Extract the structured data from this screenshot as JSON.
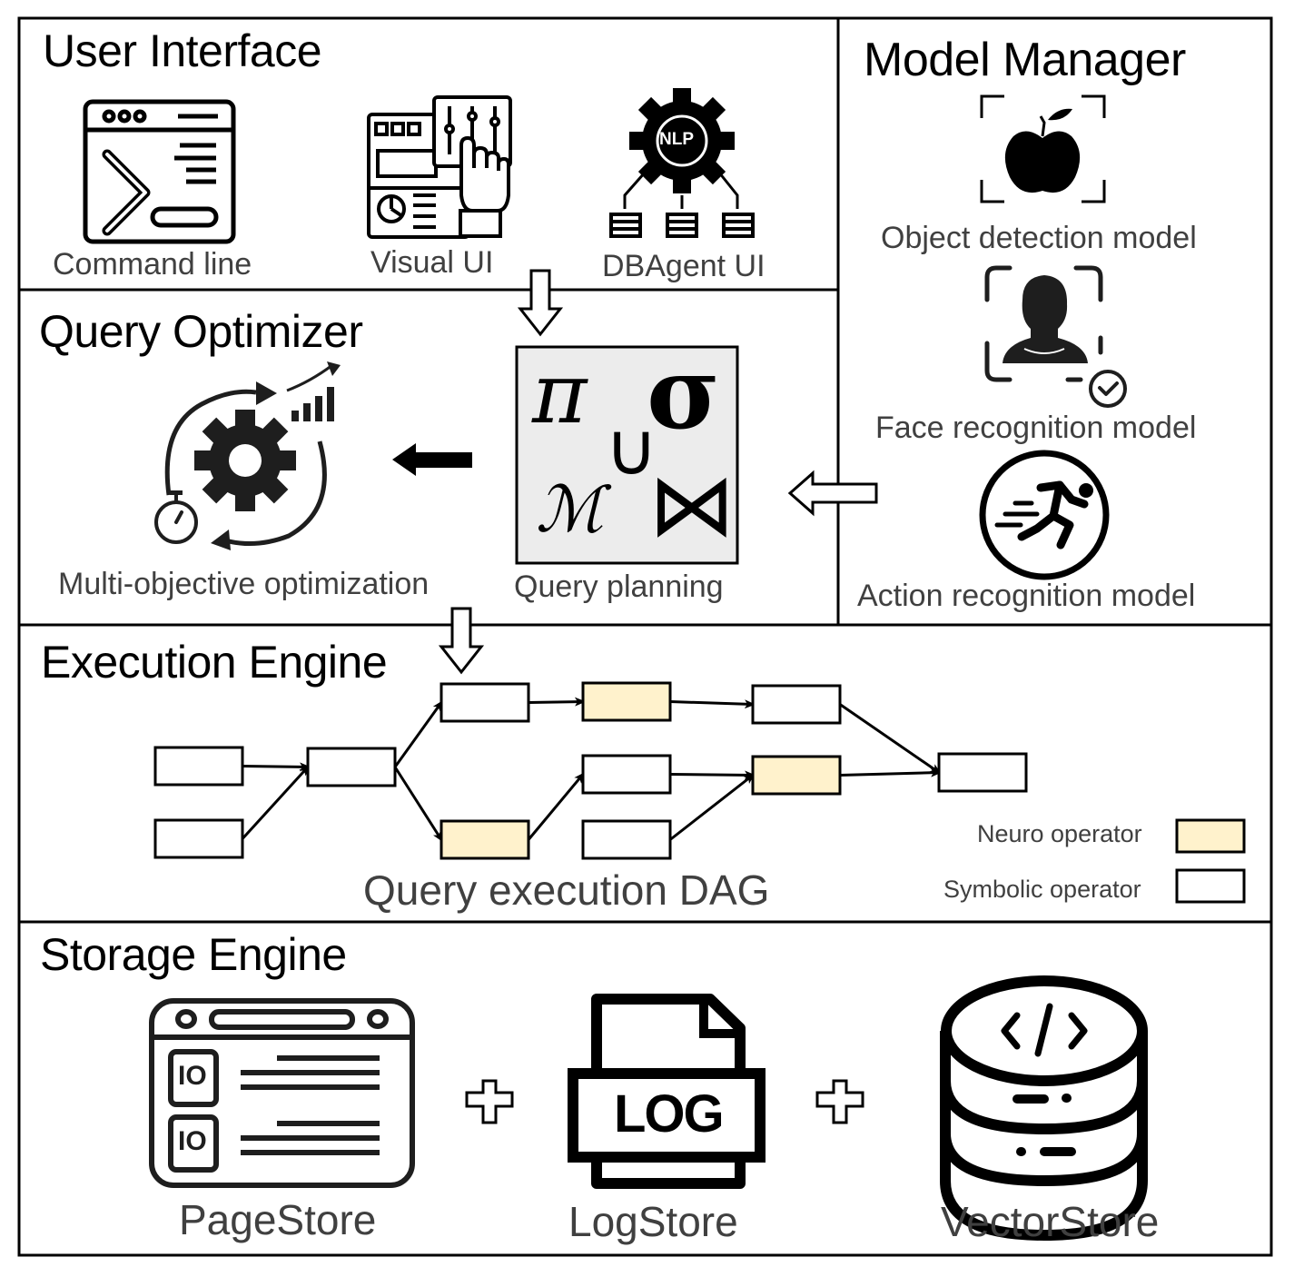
{
  "colors": {
    "border": "#000000",
    "neuro_fill": "#fff2cc",
    "symbolic_fill": "#ffffff",
    "planning_fill": "#ececec",
    "caption_text": "#404040"
  },
  "sections": {
    "user_interface": {
      "title": "User Interface",
      "items": [
        {
          "label": "Command line",
          "icon": "terminal-window-icon"
        },
        {
          "label": "Visual UI",
          "icon": "dashboard-touch-icon"
        },
        {
          "label": "DBAgent UI",
          "icon": "nlp-gear-database-icon"
        }
      ]
    },
    "model_manager": {
      "title": "Model Manager",
      "items": [
        {
          "label": "Object detection model",
          "icon": "apple-scan-icon"
        },
        {
          "label": "Face recognition model",
          "icon": "face-scan-check-icon"
        },
        {
          "label": "Action recognition model",
          "icon": "running-person-icon"
        }
      ]
    },
    "query_optimizer": {
      "title": "Query Optimizer",
      "items": [
        {
          "label": "Multi-objective optimization",
          "icon": "gear-cycle-chart-icon"
        },
        {
          "label": "Query planning",
          "icon": "relational-algebra-icon"
        }
      ],
      "planning_symbols": {
        "projection": "π",
        "selection": "σ",
        "union": "∪",
        "model": "ℳ",
        "join": "⋈"
      }
    },
    "execution_engine": {
      "title": "Execution Engine",
      "dag_caption": "Query execution DAG",
      "legend": [
        {
          "label": "Neuro operator",
          "type": "neuro"
        },
        {
          "label": "Symbolic operator",
          "type": "symbolic"
        }
      ],
      "dag": {
        "nodes": [
          {
            "id": "a1",
            "type": "symbolic",
            "col": 0,
            "row": "mid"
          },
          {
            "id": "a2",
            "type": "symbolic",
            "col": 0,
            "row": "bottom"
          },
          {
            "id": "b1",
            "type": "symbolic",
            "col": 1,
            "row": "mid"
          },
          {
            "id": "c1",
            "type": "symbolic",
            "col": 2,
            "row": "top"
          },
          {
            "id": "c2",
            "type": "neuro",
            "col": 2,
            "row": "bottom"
          },
          {
            "id": "d1",
            "type": "neuro",
            "col": 3,
            "row": "top"
          },
          {
            "id": "d2",
            "type": "symbolic",
            "col": 3,
            "row": "mid"
          },
          {
            "id": "d3",
            "type": "symbolic",
            "col": 3,
            "row": "bottom"
          },
          {
            "id": "e1",
            "type": "symbolic",
            "col": 4,
            "row": "top"
          },
          {
            "id": "e2",
            "type": "neuro",
            "col": 4,
            "row": "mid"
          },
          {
            "id": "f1",
            "type": "symbolic",
            "col": 5,
            "row": "mid"
          }
        ],
        "edges": [
          [
            "a1",
            "b1"
          ],
          [
            "a2",
            "b1"
          ],
          [
            "b1",
            "c1"
          ],
          [
            "b1",
            "c2"
          ],
          [
            "c1",
            "d1"
          ],
          [
            "c2",
            "d2"
          ],
          [
            "d1",
            "e1"
          ],
          [
            "d2",
            "e2"
          ],
          [
            "d3",
            "e2"
          ],
          [
            "e1",
            "f1"
          ],
          [
            "e2",
            "f1"
          ]
        ]
      }
    },
    "storage_engine": {
      "title": "Storage Engine",
      "items": [
        {
          "label": "PageStore",
          "icon": "page-store-window-icon"
        },
        {
          "label": "LogStore",
          "icon": "log-file-icon"
        },
        {
          "label": "VectorStore",
          "icon": "code-database-icon"
        }
      ],
      "joiner": "+",
      "log_badge": "LOG",
      "page_badge": "IO",
      "nlp_badge": "NLP"
    }
  }
}
